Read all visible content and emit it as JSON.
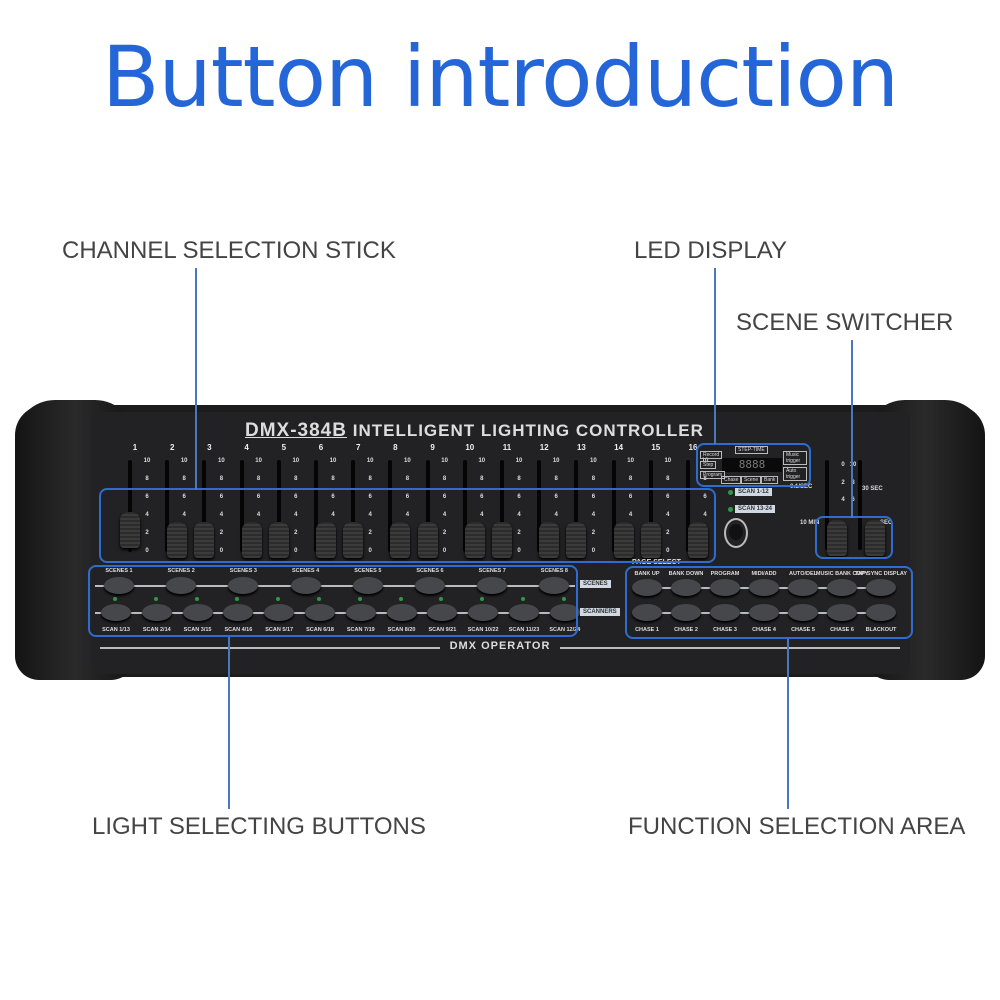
{
  "title": "Button introduction",
  "labels": {
    "channel_stick": "CHANNEL SELECTION STICK",
    "led_display": "LED DISPLAY",
    "scene_switcher": "SCENE SWITCHER",
    "light_buttons": "LIGHT SELECTING BUTTONS",
    "function_area": "FUNCTION SELECTION AREA"
  },
  "device": {
    "model": "DMX-384B",
    "subtitle": "INTELLIGENT LIGHTING CONTROLLER",
    "footer": "DMX OPERATOR",
    "channels": [
      "1",
      "2",
      "3",
      "4",
      "5",
      "6",
      "7",
      "8",
      "9",
      "10",
      "11",
      "12",
      "13",
      "14",
      "15",
      "16"
    ],
    "fader_scale": [
      "10",
      "8",
      "6",
      "4",
      "2",
      "0"
    ],
    "display": {
      "digits": "8888",
      "step_time": "STEP-TIME",
      "left_tags": [
        "Record",
        "Step",
        "Program"
      ],
      "bottom_tags": [
        "Chase",
        "Scene",
        "Bank"
      ],
      "right_tags": [
        "Music trigger",
        "Auto trigger"
      ]
    },
    "scan_indicators": [
      "SCAN 1-12",
      "SCAN 13-24"
    ],
    "page_select": "PAGE SELECT",
    "speed": {
      "left_top": "0.1/SEC",
      "left_bottom": "10 MIN",
      "right_top": "30 SEC",
      "right_bottom": "SEC",
      "scale": [
        "0",
        "10",
        "2",
        "8",
        "4",
        "6"
      ]
    },
    "scenes": [
      "SCENES 1",
      "SCENES 2",
      "SCENES 3",
      "SCENES 4",
      "SCENES 5",
      "SCENES 6",
      "SCENES 7",
      "SCENES 8"
    ],
    "scenes_tag": "SCENES",
    "scans": [
      "SCAN 1/13",
      "SCAN 2/14",
      "SCAN 3/15",
      "SCAN 4/16",
      "SCAN 5/17",
      "SCAN 6/18",
      "SCAN 7/19",
      "SCAN 8/20",
      "SCAN 9/21",
      "SCAN 10/22",
      "SCAN 11/23",
      "SCAN 12/24"
    ],
    "scanners_tag": "SCANNERS",
    "functions_top": [
      "BANK UP",
      "BANK DOWN",
      "PROGRAM",
      "MIDI/ADD",
      "AUTO/DEL",
      "MUSIC BANK COPY",
      "TAP SYNC DISPLAY"
    ],
    "functions_bottom": [
      "CHASE 1",
      "CHASE 2",
      "CHASE 3",
      "CHASE 4",
      "CHASE 5",
      "CHASE 6",
      "BLACKOUT"
    ]
  }
}
